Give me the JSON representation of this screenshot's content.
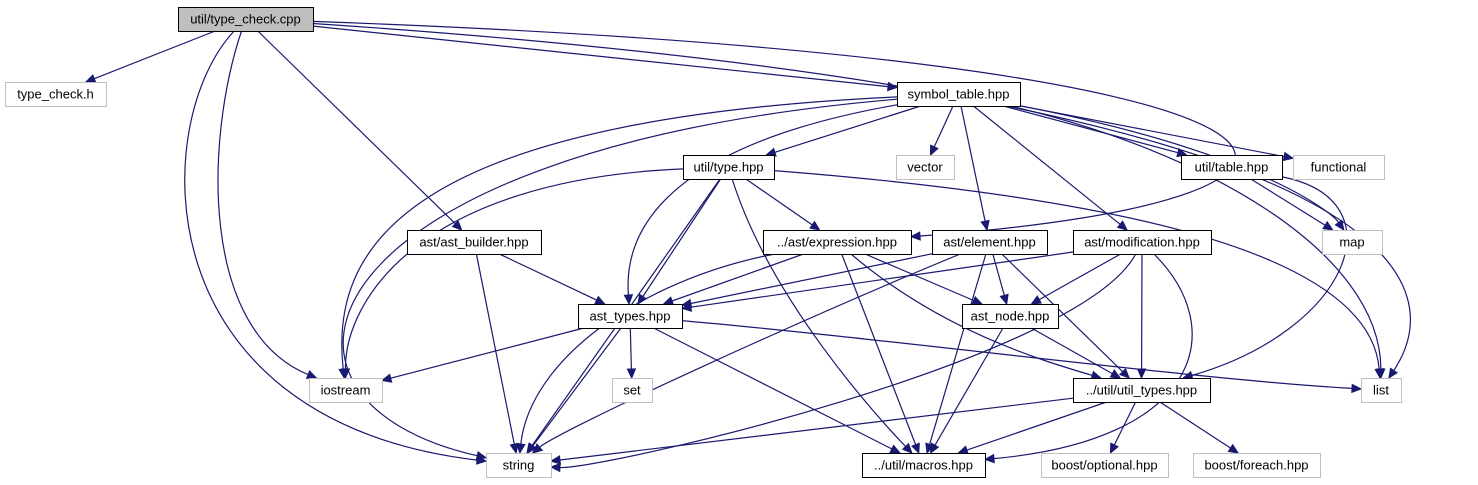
{
  "diagram": {
    "edge_color": "#191970",
    "nodes": [
      {
        "id": "n0",
        "label": "util/type_check.cpp",
        "kind": "root"
      },
      {
        "id": "n1",
        "label": "type_check.h",
        "kind": "external"
      },
      {
        "id": "n2",
        "label": "symbol_table.hpp",
        "kind": "internal"
      },
      {
        "id": "n3",
        "label": "vector",
        "kind": "external"
      },
      {
        "id": "n4",
        "label": "functional",
        "kind": "external"
      },
      {
        "id": "n5",
        "label": "util/type.hpp",
        "kind": "internal"
      },
      {
        "id": "n6",
        "label": "util/table.hpp",
        "kind": "internal"
      },
      {
        "id": "n7",
        "label": "map",
        "kind": "external"
      },
      {
        "id": "n8",
        "label": "ast/ast_builder.hpp",
        "kind": "internal"
      },
      {
        "id": "n9",
        "label": "../ast/expression.hpp",
        "kind": "internal"
      },
      {
        "id": "n10",
        "label": "ast/element.hpp",
        "kind": "internal"
      },
      {
        "id": "n11",
        "label": "ast/modification.hpp",
        "kind": "internal"
      },
      {
        "id": "n12",
        "label": "ast_types.hpp",
        "kind": "internal"
      },
      {
        "id": "n13",
        "label": "ast_node.hpp",
        "kind": "internal"
      },
      {
        "id": "n14",
        "label": "iostream",
        "kind": "external"
      },
      {
        "id": "n15",
        "label": "set",
        "kind": "external"
      },
      {
        "id": "n16",
        "label": "../util/util_types.hpp",
        "kind": "internal"
      },
      {
        "id": "n17",
        "label": "list",
        "kind": "external"
      },
      {
        "id": "n18",
        "label": "string",
        "kind": "external"
      },
      {
        "id": "n19",
        "label": "../util/macros.hpp",
        "kind": "internal"
      },
      {
        "id": "n20",
        "label": "boost/optional.hpp",
        "kind": "external"
      },
      {
        "id": "n21",
        "label": "boost/foreach.hpp",
        "kind": "external"
      }
    ],
    "edges": [
      [
        "n0",
        "n1"
      ],
      [
        "n0",
        "n2"
      ],
      [
        "n0",
        "n8"
      ],
      [
        "n0",
        "n14"
      ],
      [
        "n0",
        "n18"
      ],
      [
        "n0",
        "n17"
      ],
      [
        "n0",
        "n9"
      ],
      [
        "n2",
        "n3"
      ],
      [
        "n2",
        "n4"
      ],
      [
        "n2",
        "n5"
      ],
      [
        "n2",
        "n6"
      ],
      [
        "n2",
        "n7"
      ],
      [
        "n2",
        "n10"
      ],
      [
        "n2",
        "n11"
      ],
      [
        "n2",
        "n12"
      ],
      [
        "n2",
        "n14"
      ],
      [
        "n2",
        "n17"
      ],
      [
        "n2",
        "n18"
      ],
      [
        "n5",
        "n9"
      ],
      [
        "n5",
        "n12"
      ],
      [
        "n5",
        "n14"
      ],
      [
        "n5",
        "n17"
      ],
      [
        "n5",
        "n18"
      ],
      [
        "n5",
        "n19"
      ],
      [
        "n6",
        "n7"
      ],
      [
        "n6",
        "n16"
      ],
      [
        "n8",
        "n12"
      ],
      [
        "n8",
        "n18"
      ],
      [
        "n9",
        "n12"
      ],
      [
        "n9",
        "n13"
      ],
      [
        "n9",
        "n16"
      ],
      [
        "n9",
        "n18"
      ],
      [
        "n9",
        "n19"
      ],
      [
        "n10",
        "n12"
      ],
      [
        "n10",
        "n13"
      ],
      [
        "n10",
        "n16"
      ],
      [
        "n10",
        "n18"
      ],
      [
        "n10",
        "n19"
      ],
      [
        "n11",
        "n12"
      ],
      [
        "n11",
        "n13"
      ],
      [
        "n11",
        "n16"
      ],
      [
        "n11",
        "n18"
      ],
      [
        "n11",
        "n19"
      ],
      [
        "n12",
        "n14"
      ],
      [
        "n12",
        "n15"
      ],
      [
        "n12",
        "n17"
      ],
      [
        "n12",
        "n18"
      ],
      [
        "n12",
        "n19"
      ],
      [
        "n13",
        "n16"
      ],
      [
        "n13",
        "n19"
      ],
      [
        "n16",
        "n18"
      ],
      [
        "n16",
        "n19"
      ],
      [
        "n16",
        "n20"
      ],
      [
        "n16",
        "n21"
      ]
    ]
  }
}
